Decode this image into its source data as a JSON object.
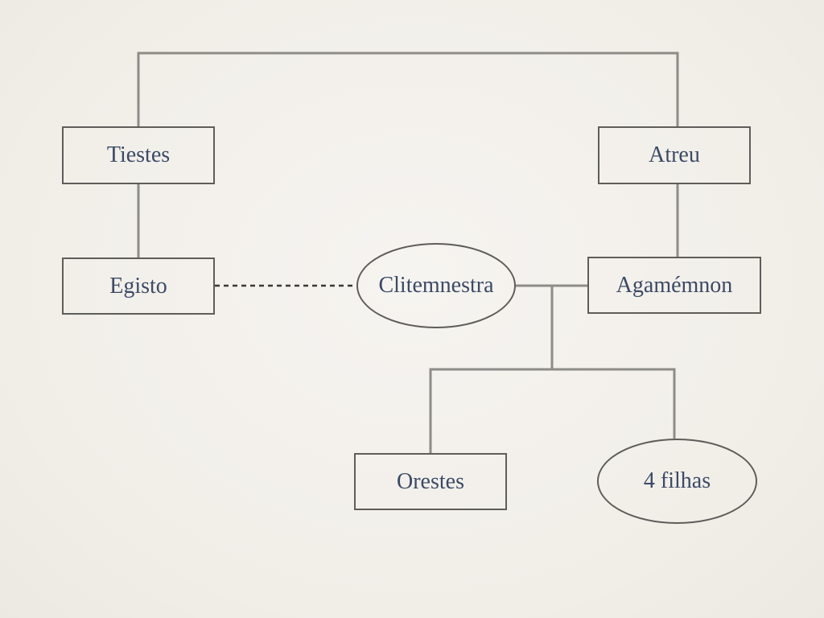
{
  "diagram": {
    "nodes": {
      "tiestes": "Tiestes",
      "atreu": "Atreu",
      "egisto": "Egisto",
      "clitemnestra": "Clitemnestra",
      "agamemnon": "Agamémnon",
      "orestes": "Orestes",
      "filhas": "4 filhas"
    },
    "colors": {
      "text": "#3b4a66",
      "border": "#5f5d5a",
      "connector": "#8e8c88",
      "dashed": "#3a3836",
      "background": "#f3f1ec"
    }
  }
}
